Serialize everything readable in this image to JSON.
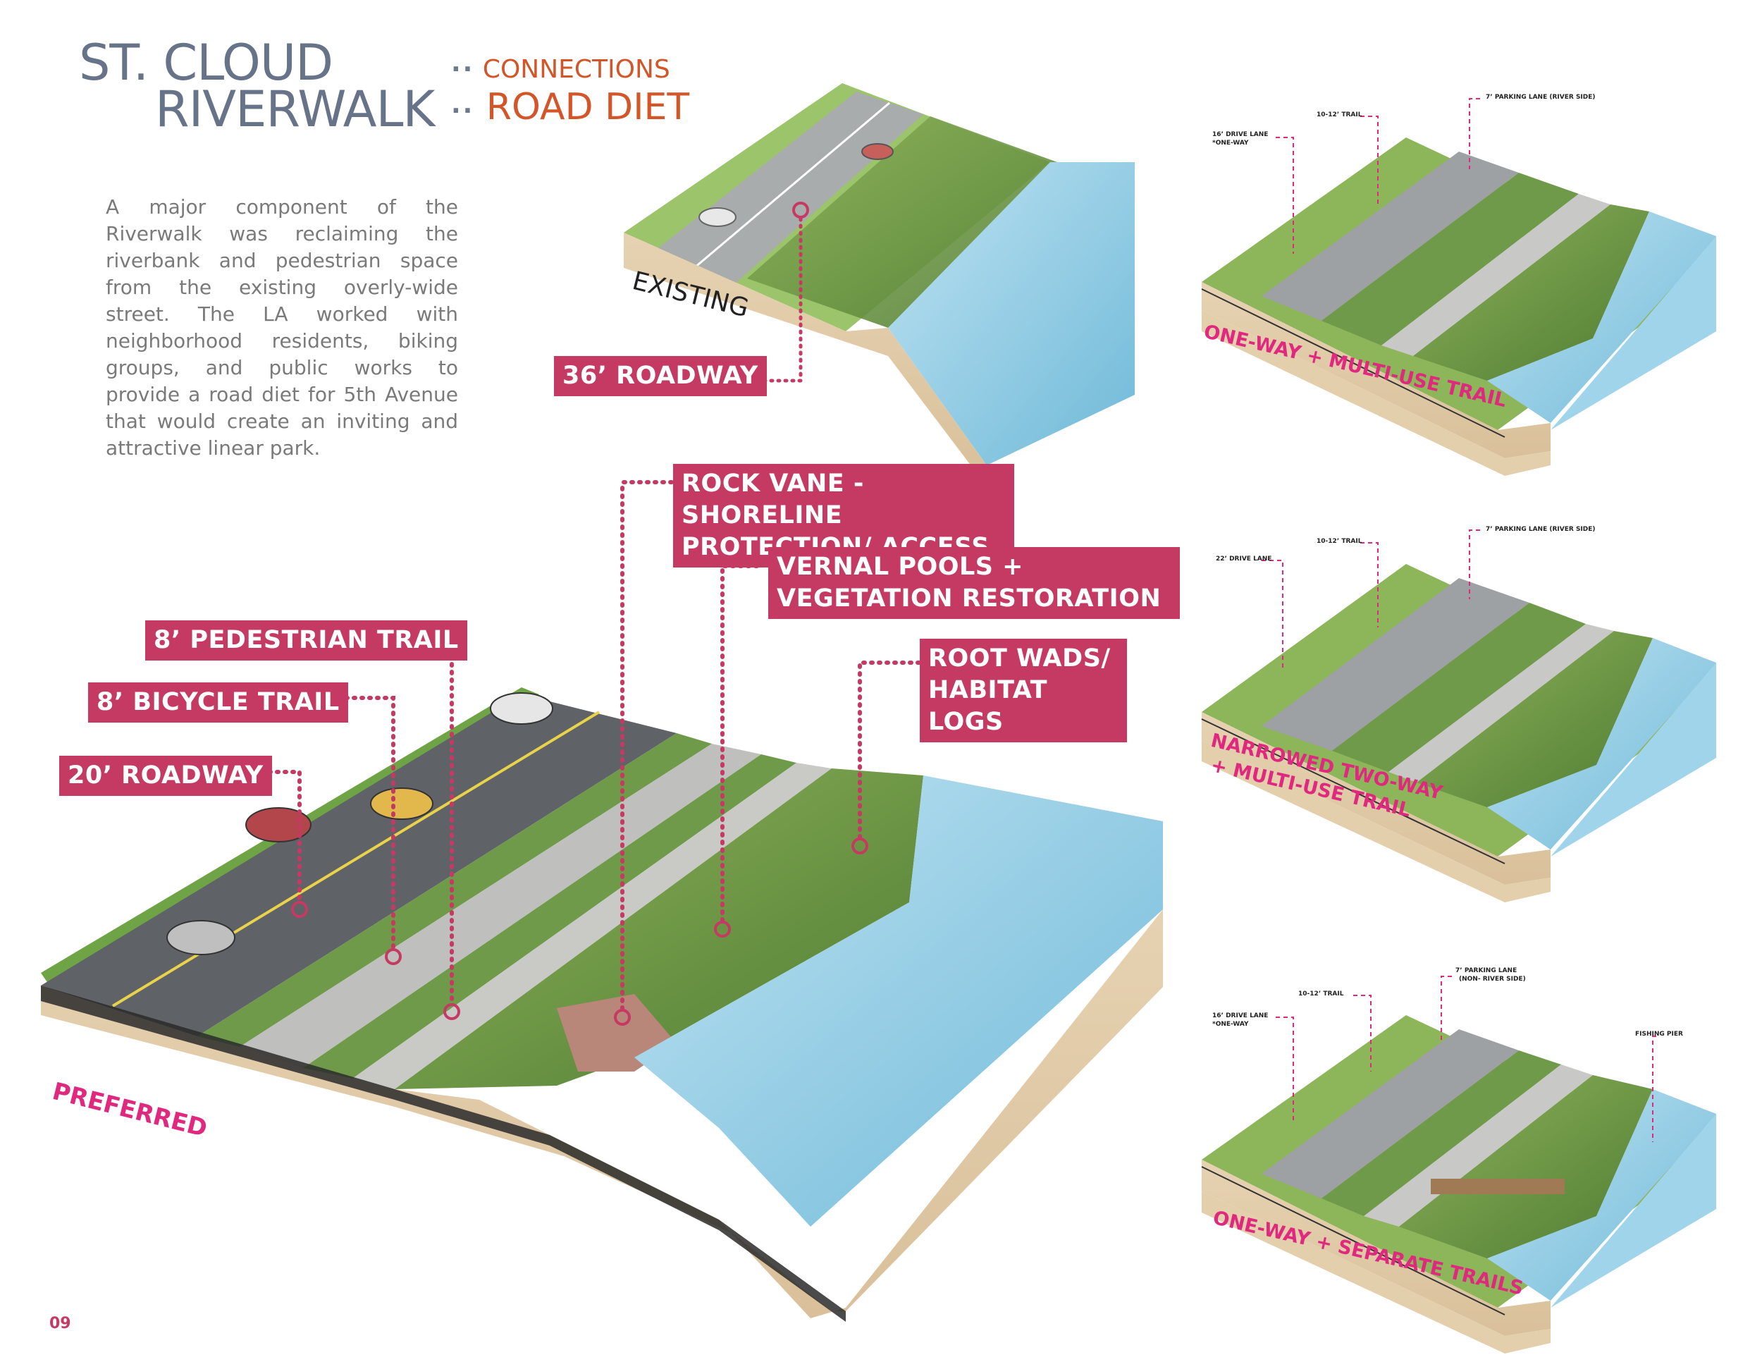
{
  "header": {
    "title_line1": "ST. CLOUD",
    "title_line2": "RIVERWALK",
    "crumb_1": "CONNECTIONS",
    "crumb_2": "ROAD DIET"
  },
  "intro": {
    "text": "A major component of the Riverwalk was reclaiming the riverbank and pedestrian space from the existing overly-wide street.  The LA worked with neighborhood residents, biking groups, and public works to provide a road diet for 5th Avenue that would create an inviting and attractive linear park."
  },
  "existing": {
    "label": "EXISTING",
    "tag": "36’ ROADWAY"
  },
  "preferred": {
    "label": "PREFERRED",
    "tags": {
      "rock_vane": "ROCK VANE - SHORELINE PROTECTION/ ACCESS",
      "vernal_pools": "VERNAL POOLS + VEGETATION RESTORATION",
      "pedestrian_trail": "8’ PEDESTRIAN TRAIL",
      "root_wads": "ROOT WADS/ HABITAT LOGS",
      "bicycle_trail": "8’ BICYCLE TRAIL",
      "roadway": "20’ ROADWAY"
    }
  },
  "scenarios": [
    {
      "label": "ONE-WAY + MULTI-USE TRAIL",
      "notes": [
        "16’ DRIVE LANE",
        "*ONE-WAY",
        "10-12’ TRAIL",
        "7’ PARKING LANE (RIVER SIDE)"
      ]
    },
    {
      "label_line1": "NARROWED TWO-WAY",
      "label_line2": "+ MULTI-USE TRAIL",
      "notes": [
        "22’ DRIVE LANE",
        "10-12’ TRAIL",
        "7’ PARKING LANE (RIVER SIDE)"
      ]
    },
    {
      "label": "ONE-WAY + SEPARATE TRAILS",
      "notes": [
        "16’ DRIVE LANE",
        "*ONE-WAY",
        "10-12’ TRAIL",
        "7’ PARKING LANE",
        "(NON- RIVER SIDE)",
        "FISHING PIER"
      ]
    }
  ],
  "page_number": "09",
  "colors": {
    "tag_bg": "#c43a63",
    "scenario_label": "#e0287f",
    "title": "#667388",
    "crumb": "#d35528"
  }
}
